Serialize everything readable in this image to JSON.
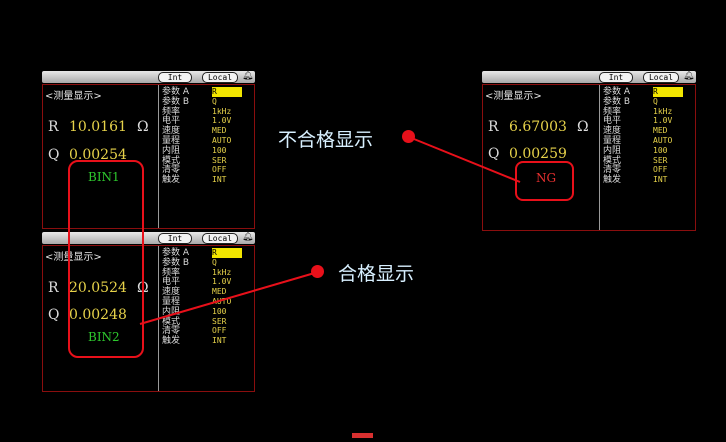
{
  "screens": [
    {
      "titlebar": {
        "int_label": "Int",
        "local_label": "Local",
        "bell": "bell-icon"
      },
      "header": "<测量显示>",
      "primary": {
        "label": "R",
        "value": "10.0161",
        "unit": "Ω"
      },
      "secondary": {
        "label": "Q",
        "value": "0.00254"
      },
      "bin": {
        "text": "BIN1",
        "color": "#2ec82e"
      },
      "params": [
        {
          "name": "参数 A",
          "value": "R"
        },
        {
          "name": "参数 B",
          "value": "Q"
        },
        {
          "name": "频率",
          "value": "1kHz"
        },
        {
          "name": "电平",
          "value": "1.0V"
        },
        {
          "name": "速度",
          "value": "MED"
        },
        {
          "name": "量程",
          "value": "AUTO"
        },
        {
          "name": "内阻",
          "value": "100"
        },
        {
          "name": "模式",
          "value": "SER"
        },
        {
          "name": "清零",
          "value": "OFF"
        },
        {
          "name": "触发",
          "value": "INT"
        }
      ]
    },
    {
      "titlebar": {
        "int_label": "Int",
        "local_label": "Local",
        "bell": "bell-icon"
      },
      "header": "<测量显示>",
      "primary": {
        "label": "R",
        "value": "20.0524",
        "unit": "Ω"
      },
      "secondary": {
        "label": "Q",
        "value": "0.00248"
      },
      "bin": {
        "text": "BIN2",
        "color": "#2ec82e"
      },
      "params": [
        {
          "name": "参数 A",
          "value": "R"
        },
        {
          "name": "参数 B",
          "value": "Q"
        },
        {
          "name": "频率",
          "value": "1kHz"
        },
        {
          "name": "电平",
          "value": "1.0V"
        },
        {
          "name": "速度",
          "value": "MED"
        },
        {
          "name": "量程",
          "value": "AUTO"
        },
        {
          "name": "内阻",
          "value": "100"
        },
        {
          "name": "模式",
          "value": "SER"
        },
        {
          "name": "清零",
          "value": "OFF"
        },
        {
          "name": "触发",
          "value": "INT"
        }
      ]
    },
    {
      "titlebar": {
        "int_label": "Int",
        "local_label": "Local",
        "bell": "bell-icon"
      },
      "header": "<测量显示>",
      "primary": {
        "label": "R",
        "value": "6.67003",
        "unit": "Ω"
      },
      "secondary": {
        "label": "Q",
        "value": "0.00259"
      },
      "bin": {
        "text": "NG",
        "color": "#e83030"
      },
      "params": [
        {
          "name": "参数 A",
          "value": "R"
        },
        {
          "name": "参数 B",
          "value": "Q"
        },
        {
          "name": "频率",
          "value": "1kHz"
        },
        {
          "name": "电平",
          "value": "1.0V"
        },
        {
          "name": "速度",
          "value": "MED"
        },
        {
          "name": "量程",
          "value": "AUTO"
        },
        {
          "name": "内阻",
          "value": "100"
        },
        {
          "name": "模式",
          "value": "SER"
        },
        {
          "name": "清零",
          "value": "OFF"
        },
        {
          "name": "触发",
          "value": "INT"
        }
      ]
    }
  ],
  "annotations": {
    "fail_label": "不合格显示",
    "pass_label": "合格显示",
    "color": "#e8101a"
  }
}
